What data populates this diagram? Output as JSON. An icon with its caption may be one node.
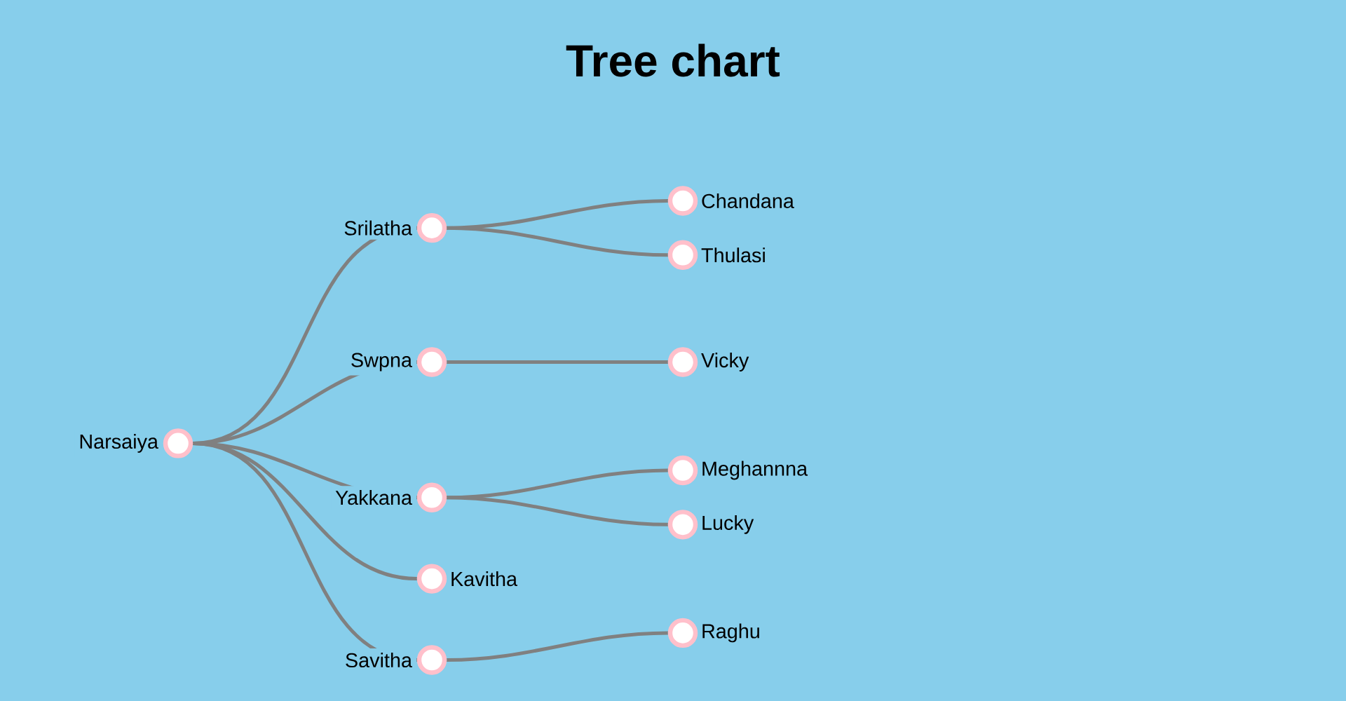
{
  "diagram": {
    "title": "Tree chart",
    "nodes": [
      {
        "text": [
          "Narsaiya"
        ]
      },
      {
        "text": [
          "Srilatha"
        ]
      },
      {
        "text": [
          "Chandana"
        ]
      },
      {
        "text": [
          "Thulasi"
        ]
      },
      {
        "text": [
          "Swpna"
        ]
      },
      {
        "text": [
          "Vicky"
        ]
      },
      {
        "text": [
          "Yakkana"
        ]
      },
      {
        "text": [
          "Meghannna"
        ]
      },
      {
        "text": [
          "Lucky"
        ]
      },
      {
        "text": [
          "Kavitha"
        ]
      },
      {
        "text": [
          "Savitha"
        ]
      },
      {
        "text": [
          "Raghu"
        ]
      }
    ],
    "edges": [
      {
        "from": 0,
        "to": 1,
        "arrow": "none"
      },
      {
        "from": 1,
        "to": 2,
        "arrow": "none"
      },
      {
        "from": 1,
        "to": 3,
        "arrow": "none"
      },
      {
        "from": 0,
        "to": 4,
        "arrow": "none"
      },
      {
        "from": 4,
        "to": 5,
        "arrow": "none"
      },
      {
        "from": 0,
        "to": 6,
        "arrow": "none"
      },
      {
        "from": 6,
        "to": 7,
        "arrow": "none"
      },
      {
        "from": 6,
        "to": 8,
        "arrow": "none"
      },
      {
        "from": 0,
        "to": 9,
        "arrow": "none"
      },
      {
        "from": 0,
        "to": 10,
        "arrow": "none"
      },
      {
        "from": 10,
        "to": 11,
        "arrow": "none"
      }
    ]
  }
}
